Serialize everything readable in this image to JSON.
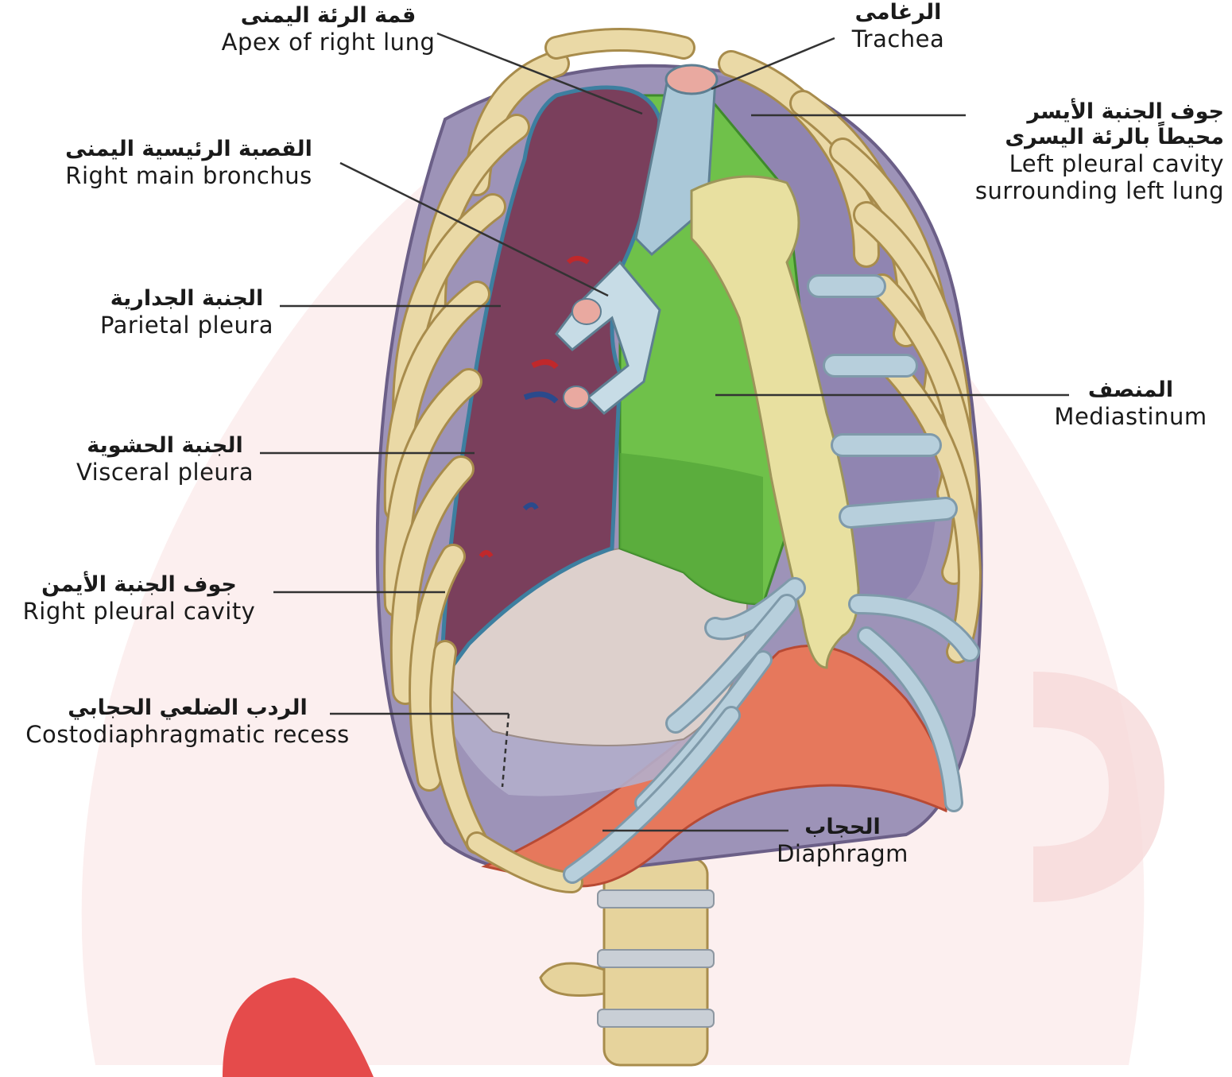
{
  "colors": {
    "watermark": "#f7dede",
    "logo": "#e54b4b",
    "bone": "#ead9a6",
    "bone_dark": "#b89d5e",
    "lung": "#7a3f5c",
    "cavity": "#8f83ab",
    "mediastinum": "#6fc14a",
    "diaphragm": "#e6785c",
    "cartilage": "#b7cfdc",
    "leader": "#333333"
  },
  "labels": {
    "apex": {
      "ar": "قمة الرئة اليمنى",
      "en": "Apex of right lung"
    },
    "trachea": {
      "ar": "الرغامى",
      "en": "Trachea"
    },
    "right_main_bronchus": {
      "ar": "القصبة الرئيسية اليمنى",
      "en": "Right main bronchus"
    },
    "left_pleural_cavity": {
      "ar1": "جوف الجنبة الأيسر",
      "ar2": "محيطاً بالرئة اليسرى",
      "en1": "Left pleural cavity",
      "en2": "surrounding left lung"
    },
    "parietal_pleura": {
      "ar": "الجنبة الجدارية",
      "en": "Parietal pleura"
    },
    "mediastinum": {
      "ar": "المنصف",
      "en": "Mediastinum"
    },
    "visceral_pleura": {
      "ar": "الجنبة الحشوية",
      "en": "Visceral pleura"
    },
    "right_pleural_cavity": {
      "ar": "جوف الجنبة الأيمن",
      "en": "Right pleural cavity"
    },
    "costodiaphragmatic_recess": {
      "ar": "الردب الضلعي الحجابي",
      "en": "Costodiaphragmatic recess"
    },
    "diaphragm": {
      "ar": "الحجاب",
      "en": "Diaphragm"
    }
  }
}
